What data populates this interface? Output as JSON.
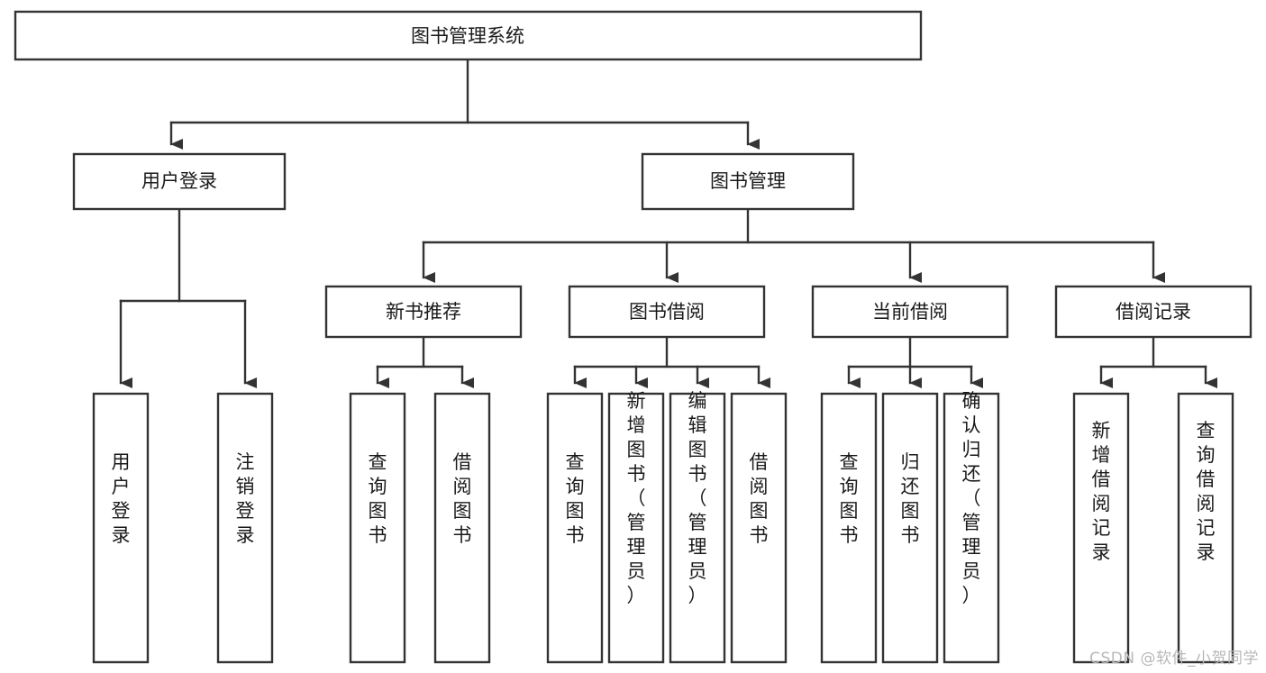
{
  "diagram": {
    "type": "tree",
    "title": "图书管理系统",
    "orientation": "top-down",
    "colors": {
      "box_fill": "#ffffff",
      "box_stroke": "#333333",
      "text": "#1a1a1a",
      "background": "#ffffff",
      "watermark": "#b8b8b8"
    },
    "root": {
      "label": "图书管理系统",
      "text_orientation": "horizontal"
    },
    "level2": [
      {
        "label": "用户登录",
        "text_orientation": "horizontal"
      },
      {
        "label": "图书管理",
        "text_orientation": "horizontal"
      }
    ],
    "level3": [
      {
        "label": "新书推荐",
        "text_orientation": "horizontal",
        "parent": "图书管理"
      },
      {
        "label": "图书借阅",
        "text_orientation": "horizontal",
        "parent": "图书管理"
      },
      {
        "label": "当前借阅",
        "text_orientation": "horizontal",
        "parent": "图书管理"
      },
      {
        "label": "借阅记录",
        "text_orientation": "horizontal",
        "parent": "图书管理"
      }
    ],
    "leaves": {
      "用户登录": [
        {
          "label": "用户登录",
          "text_orientation": "vertical"
        },
        {
          "label": "注销登录",
          "text_orientation": "vertical"
        }
      ],
      "新书推荐": [
        {
          "label": "查询图书",
          "text_orientation": "vertical"
        },
        {
          "label": "借阅图书",
          "text_orientation": "vertical"
        }
      ],
      "图书借阅": [
        {
          "label": "查询图书",
          "text_orientation": "vertical"
        },
        {
          "label": "新增图书（管理员）",
          "text_orientation": "vertical"
        },
        {
          "label": "编辑图书（管理员）",
          "text_orientation": "vertical"
        },
        {
          "label": "借阅图书",
          "text_orientation": "vertical"
        }
      ],
      "当前借阅": [
        {
          "label": "查询图书",
          "text_orientation": "vertical"
        },
        {
          "label": "归还图书",
          "text_orientation": "vertical"
        },
        {
          "label": "确认归还（管理员）",
          "text_orientation": "vertical"
        }
      ],
      "借阅记录": [
        {
          "label": "新增借阅记录",
          "text_orientation": "vertical"
        },
        {
          "label": "查询借阅记录",
          "text_orientation": "vertical"
        }
      ]
    }
  },
  "watermark": {
    "text": "CSDN @软件_小贺同学"
  }
}
